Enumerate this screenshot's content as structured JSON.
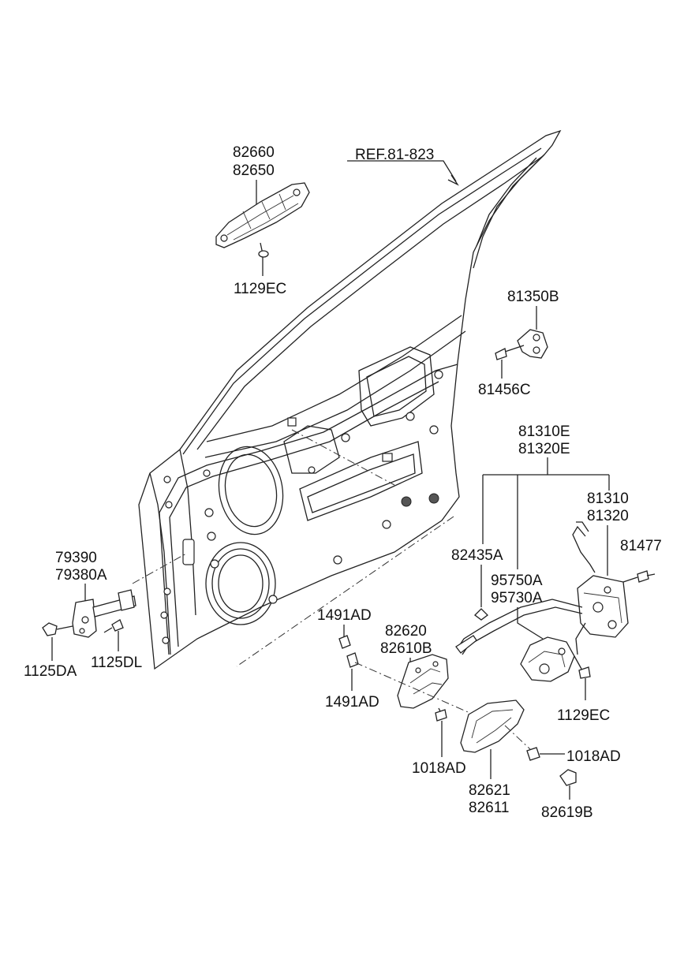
{
  "labels": {
    "ref": "REF.81-823",
    "handle_top_a": "82660",
    "handle_top_b": "82650",
    "screw_top": "1129EC",
    "striker": "81350B",
    "striker_screw": "81456C",
    "latch_set_a": "81310E",
    "latch_set_b": "81320E",
    "latch_a": "81310",
    "latch_b": "81320",
    "latch_screw": "81477",
    "clip": "82435A",
    "actuator_a": "95750A",
    "actuator_b": "95730A",
    "checker_a": "79390",
    "checker_b": "79380A",
    "bolt_da": "1125DA",
    "bolt_dl": "1125DL",
    "nut_upper": "1491AD",
    "nut_lower": "1491AD",
    "inner_handle_a": "82620",
    "inner_handle_b": "82610B",
    "actuator_screw": "1129EC",
    "screw_left": "1018AD",
    "screw_right": "1018AD",
    "cover_a": "82621",
    "cover_b": "82611",
    "cap": "82619B"
  }
}
